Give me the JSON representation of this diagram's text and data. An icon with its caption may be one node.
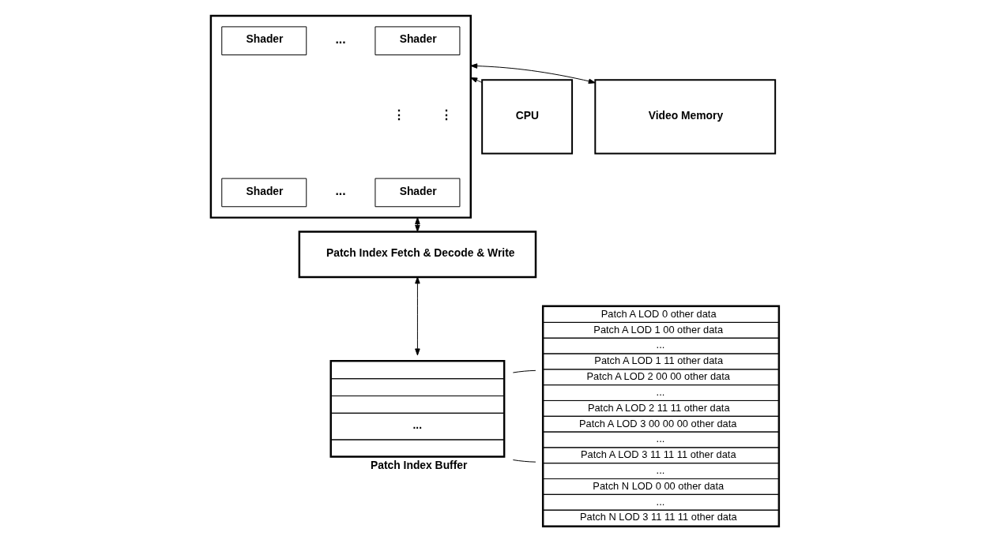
{
  "diagram": {
    "nodes": [
      {
        "text": [
          "CPU"
        ]
      },
      {
        "text": [],
        "shape": "box"
      },
      {
        "text": [
          "Shader"
        ],
        "in": 1
      },
      {
        "text": [
          "Shader"
        ],
        "in": 1
      },
      {
        "text": [
          "Shader"
        ],
        "in": 1
      },
      {
        "text": [
          "Shader"
        ],
        "in": 1
      },
      {
        "text": [
          "Video Memory"
        ]
      },
      {
        "text": [
          "Patch Index Fetch & Decode & Write"
        ]
      },
      {
        "text": [
          "...",
          "Patch Index Buffer"
        ]
      },
      {
        "text": [
          "Patch A LOD 0 other data",
          "Patch A LOD 1 00 other data",
          "...",
          "Patch A LOD 1 11 other data",
          "Patch A LOD 2 00 00 other data",
          "...",
          "Patch A LOD 2 11 11 other data",
          "Patch A LOD 3 00 00 00 other data",
          "...",
          "Patch A LOD 3 11 11 11 other data",
          "...",
          "Patch N LOD 0 00 other data",
          "...",
          "Patch N LOD 3 11 11 11 other data"
        ]
      }
    ],
    "edges": [
      {
        "from": 0,
        "to": 1,
        "arrow": "to"
      },
      {
        "from": 1,
        "to": 6,
        "arrow": "both"
      },
      {
        "from": 1,
        "to": 7,
        "arrow": "both"
      },
      {
        "from": 7,
        "to": 8,
        "arrow": "both"
      },
      {
        "from": 8,
        "to": 9,
        "arrow": "none"
      },
      {
        "from": 8,
        "to": 9,
        "arrow": "none"
      }
    ],
    "labels": [
      "...",
      "⋮",
      "⋮",
      "..."
    ]
  }
}
